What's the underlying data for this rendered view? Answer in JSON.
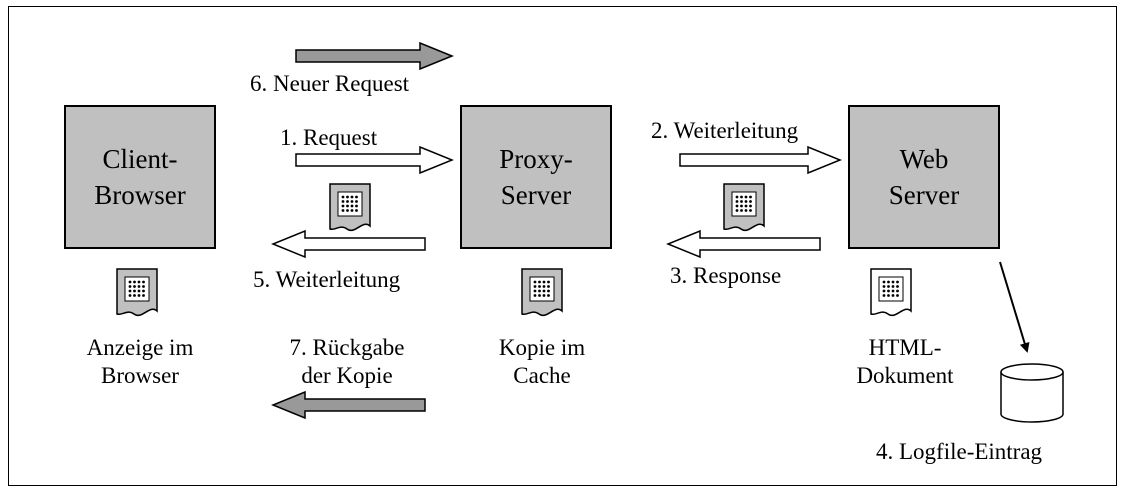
{
  "boxes": {
    "client": "Client-\nBrowser",
    "proxy": "Proxy-\nServer",
    "web": "Web\nServer"
  },
  "labels": {
    "new_request": "6. Neuer Request",
    "request": "1. Request",
    "forward_to_server": "2. Weiterleitung",
    "response": "3. Response",
    "forward_to_client": "5. Weiterleitung",
    "return_copy": "7. Rückgabe\nder Kopie",
    "display": "Anzeige im\nBrowser",
    "cache_copy": "Kopie im\nCache",
    "html_doc": "HTML-\nDokument",
    "logfile": "4. Logfile-Eintrag"
  },
  "colors": {
    "box_fill": "#c0c0c0",
    "filled_arrow": "#999999",
    "outline_arrow": "#ffffff",
    "document_gray": "#c0c0c0",
    "document_white": "#ffffff"
  },
  "icons": {
    "document": "document-icon",
    "database": "database-icon"
  }
}
